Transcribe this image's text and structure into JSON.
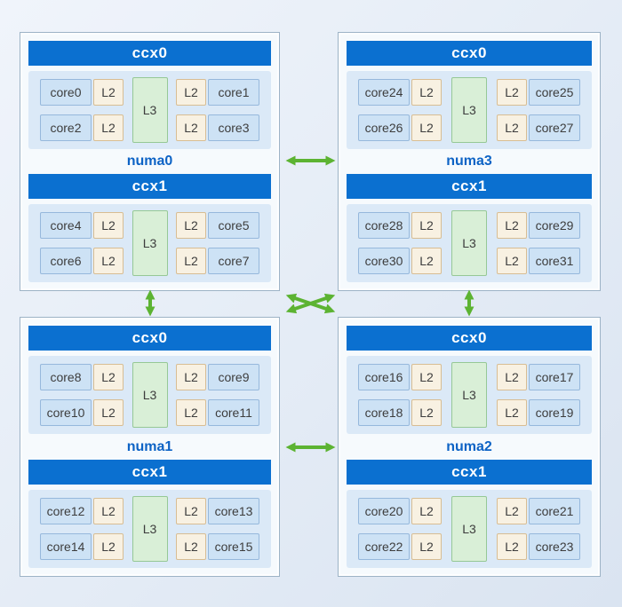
{
  "labels": {
    "l2": "L2",
    "l3": "L3"
  },
  "colors": {
    "ccx_header_bg": "#0b70d0",
    "ccx_header_text": "#ffffff",
    "numa_label_text": "#0d63c5",
    "core_fill": "#cde2f5",
    "core_border": "#96b8dc",
    "l2_fill": "#f8f1e2",
    "l2_border": "#d8bd93",
    "l3_fill": "#d9efd7",
    "l3_border": "#96c896",
    "arrow_green": "#5cb332",
    "node_fill": "#f6fafd",
    "node_border": "#9db3c6",
    "panel_fill": "#dbe9f7"
  },
  "numa_nodes": [
    {
      "label": "numa0",
      "position": "top-left",
      "ccx": [
        {
          "label": "ccx0",
          "cores": [
            "core0",
            "core1",
            "core2",
            "core3"
          ]
        },
        {
          "label": "ccx1",
          "cores": [
            "core4",
            "core5",
            "core6",
            "core7"
          ]
        }
      ]
    },
    {
      "label": "numa3",
      "position": "top-right",
      "ccx": [
        {
          "label": "ccx0",
          "cores": [
            "core24",
            "core25",
            "core26",
            "core27"
          ]
        },
        {
          "label": "ccx1",
          "cores": [
            "core28",
            "core29",
            "core30",
            "core31"
          ]
        }
      ]
    },
    {
      "label": "numa1",
      "position": "bottom-left",
      "ccx": [
        {
          "label": "ccx0",
          "cores": [
            "core8",
            "core9",
            "core10",
            "core11"
          ]
        },
        {
          "label": "ccx1",
          "cores": [
            "core12",
            "core13",
            "core14",
            "core15"
          ]
        }
      ]
    },
    {
      "label": "numa2",
      "position": "bottom-right",
      "ccx": [
        {
          "label": "ccx0",
          "cores": [
            "core16",
            "core17",
            "core18",
            "core19"
          ]
        },
        {
          "label": "ccx1",
          "cores": [
            "core20",
            "core21",
            "core22",
            "core23"
          ]
        }
      ]
    }
  ],
  "links": [
    {
      "name": "numa0-numa3",
      "type": "bidirectional-arrow"
    },
    {
      "name": "numa1-numa2",
      "type": "bidirectional-arrow"
    },
    {
      "name": "numa0-numa1",
      "type": "bidirectional-arrow"
    },
    {
      "name": "numa3-numa2",
      "type": "bidirectional-arrow"
    },
    {
      "name": "numa0-numa2",
      "type": "bidirectional-arrow"
    },
    {
      "name": "numa3-numa1",
      "type": "bidirectional-arrow"
    }
  ]
}
